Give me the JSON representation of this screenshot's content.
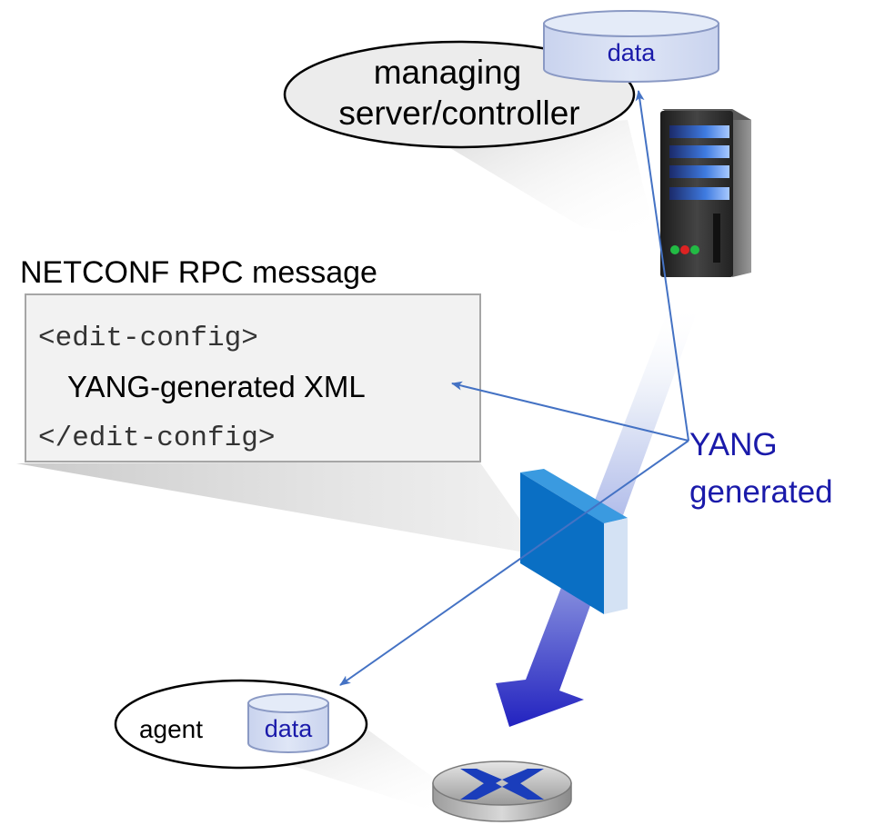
{
  "server_bubble": {
    "line1": "managing",
    "line2": "server/controller",
    "db_label": "data"
  },
  "rpc": {
    "title": "NETCONF RPC message",
    "open_tag": "<edit-config>",
    "body": "YANG-generated XML",
    "close_tag": "</edit-config>"
  },
  "yang_label": {
    "line1": "YANG",
    "line2": "generated"
  },
  "agent_bubble": {
    "label": "agent",
    "db_label": "data"
  },
  "colors": {
    "arrow_line": "#4472c4",
    "label_blue": "#1a1aaa",
    "db_fill": "#d7dff2",
    "bubble_fill": "#ececec",
    "rpc_box_fill": "#f2f2f2",
    "flow_arrow": "#3a3ac8",
    "switch_front": "#0a6fc4",
    "switch_side": "#d4e2f4"
  },
  "icons": [
    "server-icon",
    "switch-icon",
    "router-icon",
    "database-icon"
  ]
}
